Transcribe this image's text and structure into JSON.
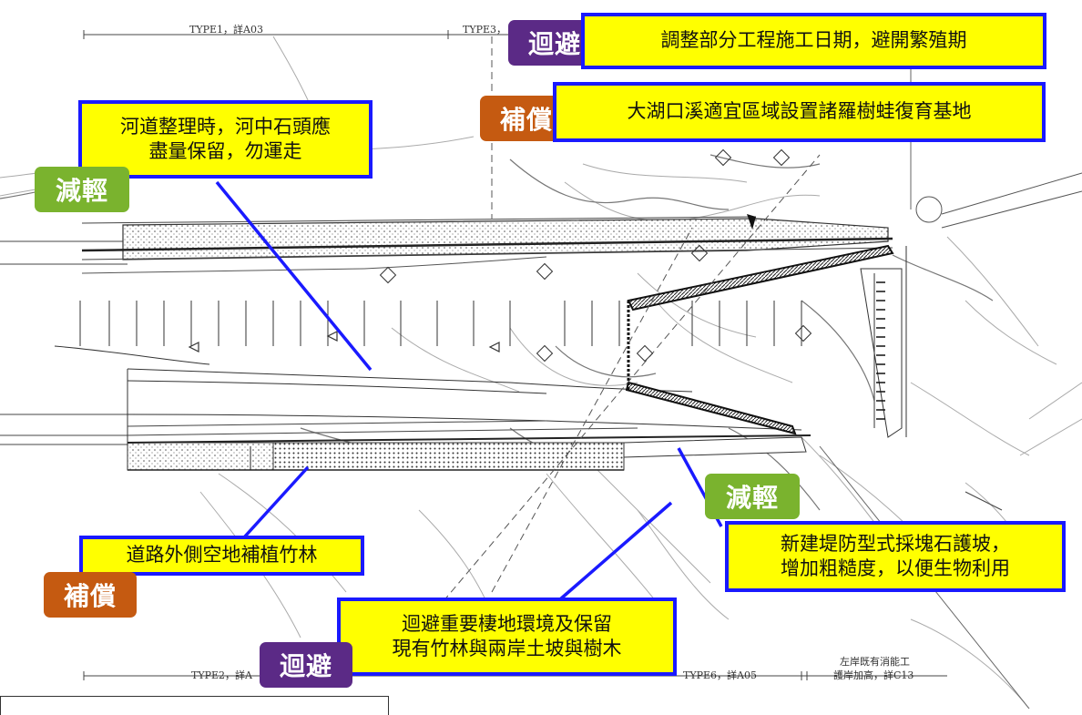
{
  "dimension_labels": {
    "type1": "TYPE1，詳A03",
    "type3": "TYPE3，",
    "type2": "TYPE2，詳A",
    "type6": "TYPE6，詳A05",
    "left_bank_1": "左岸既有消能工",
    "left_bank_2": "護岸加高，詳C13"
  },
  "tags": {
    "avoid_top": "迴避",
    "compensate_top": "補償",
    "mitigate_left": "減輕",
    "mitigate_right": "減輕",
    "compensate_bottom": "補償",
    "avoid_bottom": "迴避"
  },
  "callouts": {
    "schedule": "調整部分工程施工日期，避開繁殖期",
    "frog_base": "大湖口溪適宜區域設置諸羅樹蛙復育基地",
    "river_stones_1": "河道整理時，河中石頭應",
    "river_stones_2": "盡量保留，勿運走",
    "bamboo": "道路外側空地補植竹林",
    "embankment_1": "新建堤防型式採塊石護坡，",
    "embankment_2": "增加粗糙度，以便生物利用",
    "habitat_1": "迴避重要棲地環境及保留",
    "habitat_2": "現有竹林與兩岸土坡與樹木"
  },
  "colors": {
    "callout_fill": "#ffff00",
    "callout_border": "#1a1aff",
    "avoid_tag": "#5b2a86",
    "compensate_tag": "#c55a11",
    "mitigate_tag": "#7ab32e",
    "leader_line": "#1a1aff"
  }
}
